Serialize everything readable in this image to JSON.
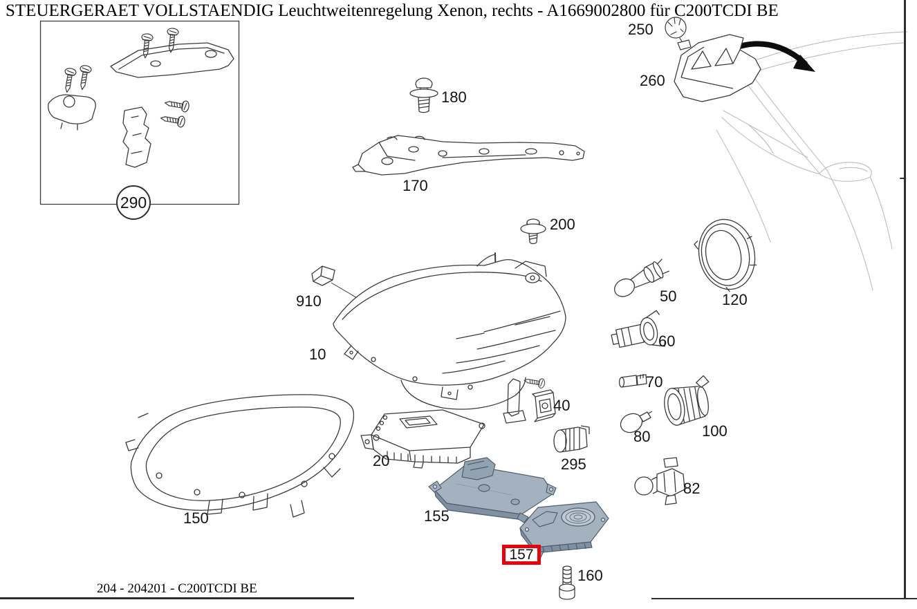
{
  "title": "STEUERGERAET VOLLSTAENDIG Leuchtweitenregelung Xenon, rechts - A1669002800 für C200TCDI BE",
  "footer": "204 - 204201 - C200TCDI BE",
  "highlight_color": "#e8000a",
  "part_labels": {
    "p10": "10",
    "p20": "20",
    "p40": "40",
    "p50": "50",
    "p60": "60",
    "p70": "70",
    "p80": "80",
    "p82": "82",
    "p100": "100",
    "p120": "120",
    "p150": "150",
    "p155": "155",
    "p157": "157",
    "p160": "160",
    "p170": "170",
    "p180": "180",
    "p200": "200",
    "p250": "250",
    "p260": "260",
    "p290": "290",
    "p295": "295",
    "p910": "910"
  }
}
